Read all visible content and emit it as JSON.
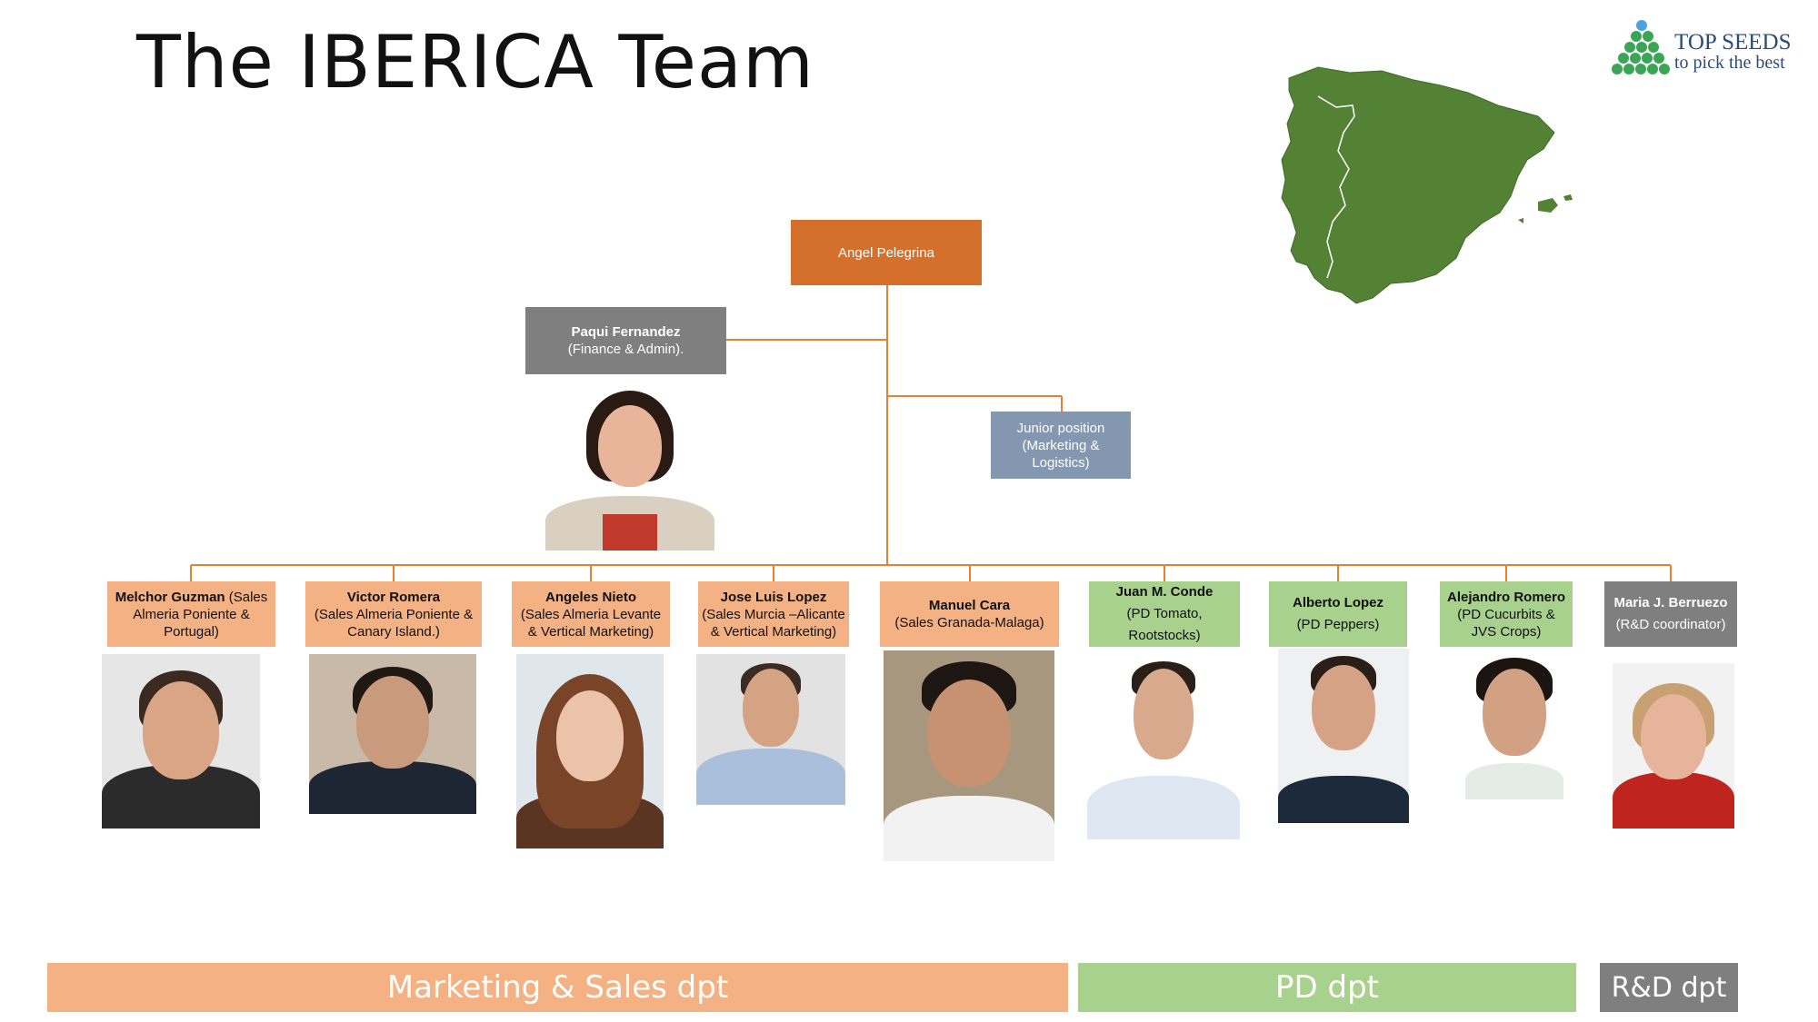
{
  "title": "The IBERICA Team",
  "logo": {
    "line1": "TOP SEEDS",
    "line2": "to pick the best"
  },
  "map_label": "iberia-map",
  "colors": {
    "orange": "#f4b183",
    "chief": "#d56f2c",
    "green": "#a9d18e",
    "grey": "#7f7f7f",
    "slate": "#8497b0",
    "map": "#548235",
    "line": "#ed7d31"
  },
  "chief": {
    "name": "Angel Pelegrina"
  },
  "finance": {
    "name": "Paqui Fernandez",
    "role": "(Finance & Admin)."
  },
  "junior": {
    "name": "Junior position",
    "role": "(Marketing & Logistics)"
  },
  "team": [
    {
      "name": "Melchor Guzman",
      "role": " (Sales Almeria Poniente & Portugal)",
      "dept": "sales"
    },
    {
      "name": "Victor Romera",
      "role": "(Sales Almeria Poniente & Canary Island.)",
      "dept": "sales"
    },
    {
      "name": "Angeles Nieto",
      "role": "(Sales Almeria Levante & Vertical Marketing)",
      "dept": "sales"
    },
    {
      "name": "Jose Luis Lopez",
      "role": "(Sales Murcia –Alicante & Vertical Marketing)",
      "dept": "sales"
    },
    {
      "name": "Manuel Cara",
      "role": "(Sales Granada-Malaga)",
      "dept": "sales"
    },
    {
      "name": "Juan M. Conde",
      "role": "(PD Tomato, Rootstocks)",
      "dept": "pd"
    },
    {
      "name": "Alberto Lopez",
      "role": "(PD Peppers)",
      "dept": "pd"
    },
    {
      "name": "Alejandro Romero",
      "role": "(PD Cucurbits & JVS Crops)",
      "dept": "pd"
    },
    {
      "name": "Maria J. Berruezo",
      "role": "(R&D coordinator)",
      "dept": "rd"
    }
  ],
  "departments": {
    "sales": "Marketing & Sales dpt",
    "pd": "PD dpt",
    "rd": "R&D dpt"
  }
}
